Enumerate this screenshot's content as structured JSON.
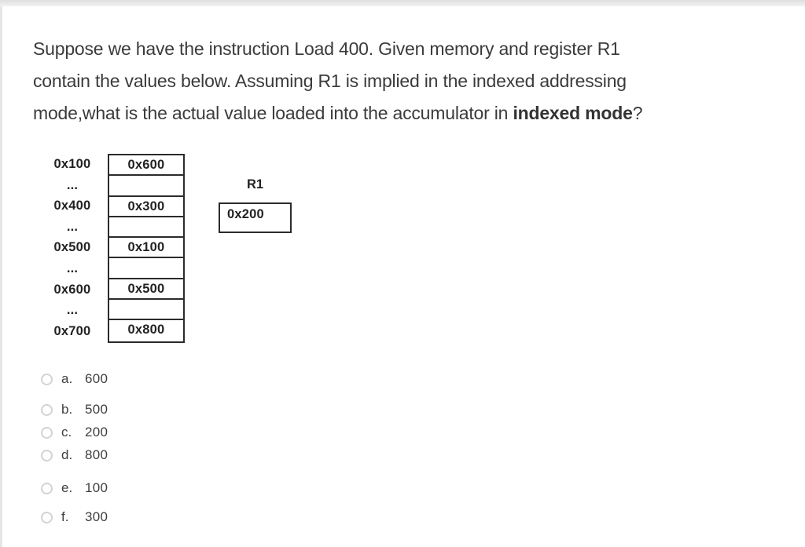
{
  "question": {
    "line1": "Suppose we have the instruction Load 400. Given memory and register R1",
    "line2": "contain the values below. Assuming R1 is implied in the indexed addressing",
    "line3_before": "mode,what is the actual value loaded into the accumulator in ",
    "line3_bold": "indexed mode",
    "line3_after": "?"
  },
  "diagram": {
    "addresses": [
      "0x100",
      "...",
      "0x400",
      "...",
      "0x500",
      "...",
      "0x600",
      "...",
      "0x700"
    ],
    "memory_cells": [
      "0x600",
      "",
      "0x300",
      "",
      "0x100",
      "",
      "0x500",
      "",
      "0x800"
    ],
    "register": {
      "name": "R1",
      "value": "0x200"
    }
  },
  "options": [
    {
      "letter": "a.",
      "value": "600"
    },
    {
      "letter": "b.",
      "value": "500"
    },
    {
      "letter": "c.",
      "value": "200"
    },
    {
      "letter": "d.",
      "value": "800"
    },
    {
      "letter": "e.",
      "value": "100"
    },
    {
      "letter": "f.",
      "value": "300"
    }
  ],
  "colors": {
    "question_text": "#3b3b3b",
    "option_text": "#3e3e3e",
    "diagram_border": "#2b2b2b",
    "radio_border": "#d3d3d3",
    "frame_gray": "#e5e5e5"
  }
}
